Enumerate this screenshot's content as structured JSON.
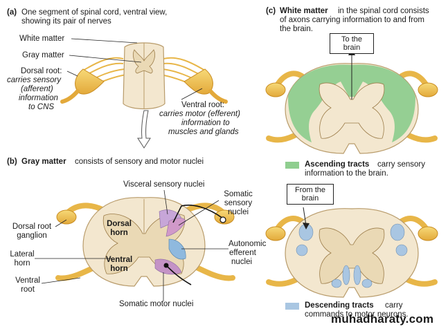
{
  "panel_a": {
    "caption_tag": "(a)",
    "caption_line1": "One segment of spinal cord, ventral view,",
    "caption_line2": "showing its pair of nerves",
    "white_matter": "White matter",
    "gray_matter": "Gray matter",
    "dorsal_root_title": "Dorsal root:",
    "dorsal_root_l1": "carries sensory",
    "dorsal_root_l2": "(afferent)",
    "dorsal_root_l3": "information",
    "dorsal_root_l4": "to CNS",
    "ventral_root_title": "Ventral root:",
    "ventral_root_l1": "carries motor (efferent)",
    "ventral_root_l2": "information to",
    "ventral_root_l3": "muscles and glands"
  },
  "panel_b": {
    "caption_tag": "(b)",
    "caption_bold": "Gray matter",
    "caption_rest": "consists of sensory and motor nuclei",
    "visceral_sensory": "Visceral sensory nuclei",
    "somatic_sensory_l1": "Somatic",
    "somatic_sensory_l2": "sensory",
    "somatic_sensory_l3": "nuclei",
    "dorsal_horn_l1": "Dorsal",
    "dorsal_horn_l2": "horn",
    "ventral_horn_l1": "Ventral",
    "ventral_horn_l2": "horn",
    "dorsal_root_ganglion_l1": "Dorsal root",
    "dorsal_root_ganglion_l2": "ganglion",
    "lateral_horn_l1": "Lateral",
    "lateral_horn_l2": "horn",
    "ventral_root_l1": "Ventral",
    "ventral_root_l2": "root",
    "autonomic_l1": "Autonomic",
    "autonomic_l2": "efferent",
    "autonomic_l3": "nuclei",
    "somatic_motor": "Somatic motor nuclei"
  },
  "panel_c": {
    "caption_tag": "(c)",
    "caption_bold": "White matter",
    "caption_rest_l1": "in the spinal cord consists",
    "caption_l2": "of axons carrying information to and from",
    "caption_l3": "the brain.",
    "to_brain_l1": "To the",
    "to_brain_l2": "brain",
    "ascending_bold": "Ascending tracts",
    "ascending_rest_l1": "carry sensory",
    "ascending_l2": "information to the brain.",
    "from_brain_l1": "From the",
    "from_brain_l2": "brain",
    "descending_bold": "Descending tracts",
    "descending_rest_l1": "carry",
    "descending_l2": "commands to motor neurons."
  },
  "watermark": "muhadharaty.com",
  "colors": {
    "nerve": "#f2c14e",
    "cord": "#f3e7cf",
    "gray_matter": "#ead9b5",
    "ascending": "#8fce8f",
    "descending": "#a9c6e2",
    "visceral_sensory": "#c7a6d8",
    "somatic_sensory": "#d199c9",
    "autonomic": "#8fb9de",
    "somatic_motor": "#c493c6"
  }
}
